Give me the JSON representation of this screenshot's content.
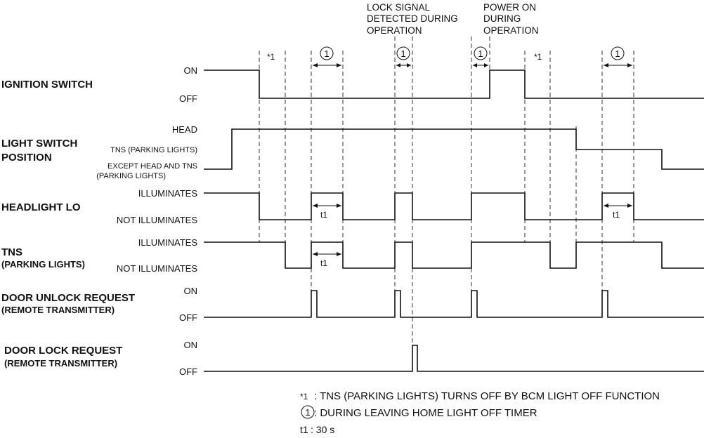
{
  "top_labels": {
    "lock_signal": [
      "LOCK SIGNAL",
      "DETECTED DURING",
      "OPERATION"
    ],
    "power_on": [
      "POWER ON",
      "DURING",
      "OPERATION"
    ]
  },
  "markers": {
    "star1": "*1",
    "circle1": "1",
    "t1": "t1"
  },
  "signals": [
    {
      "name": [
        "IGNITION SWITCH"
      ],
      "levels": [
        "ON",
        "OFF"
      ]
    },
    {
      "name": [
        "LIGHT SWITCH",
        "POSITION"
      ],
      "levels": [
        "HEAD",
        "TNS (PARKING LIGHTS)",
        "EXCEPT HEAD AND TNS",
        "(PARKING LIGHTS)"
      ]
    },
    {
      "name": [
        "HEADLIGHT LO"
      ],
      "levels": [
        "ILLUMINATES",
        "NOT ILLUMINATES"
      ]
    },
    {
      "name": [
        "TNS",
        "(PARKING LIGHTS)"
      ],
      "levels": [
        "ILLUMINATES",
        "NOT ILLUMINATES"
      ]
    },
    {
      "name": [
        "DOOR UNLOCK REQUEST",
        "(REMOTE TRANSMITTER)"
      ],
      "levels": [
        "ON",
        "OFF"
      ]
    },
    {
      "name": [
        "DOOR LOCK REQUEST",
        "(REMOTE TRANSMITTER)"
      ],
      "levels": [
        "ON",
        "OFF"
      ]
    }
  ],
  "notes": [
    {
      "key": "*1",
      "text": ": TNS (PARKING LIGHTS) TURNS OFF BY BCM LIGHT OFF FUNCTION"
    },
    {
      "key": "1",
      "text": ": DURING LEAVING HOME LIGHT OFF TIMER"
    },
    {
      "key": "t1",
      "text": ": 30 s"
    }
  ]
}
